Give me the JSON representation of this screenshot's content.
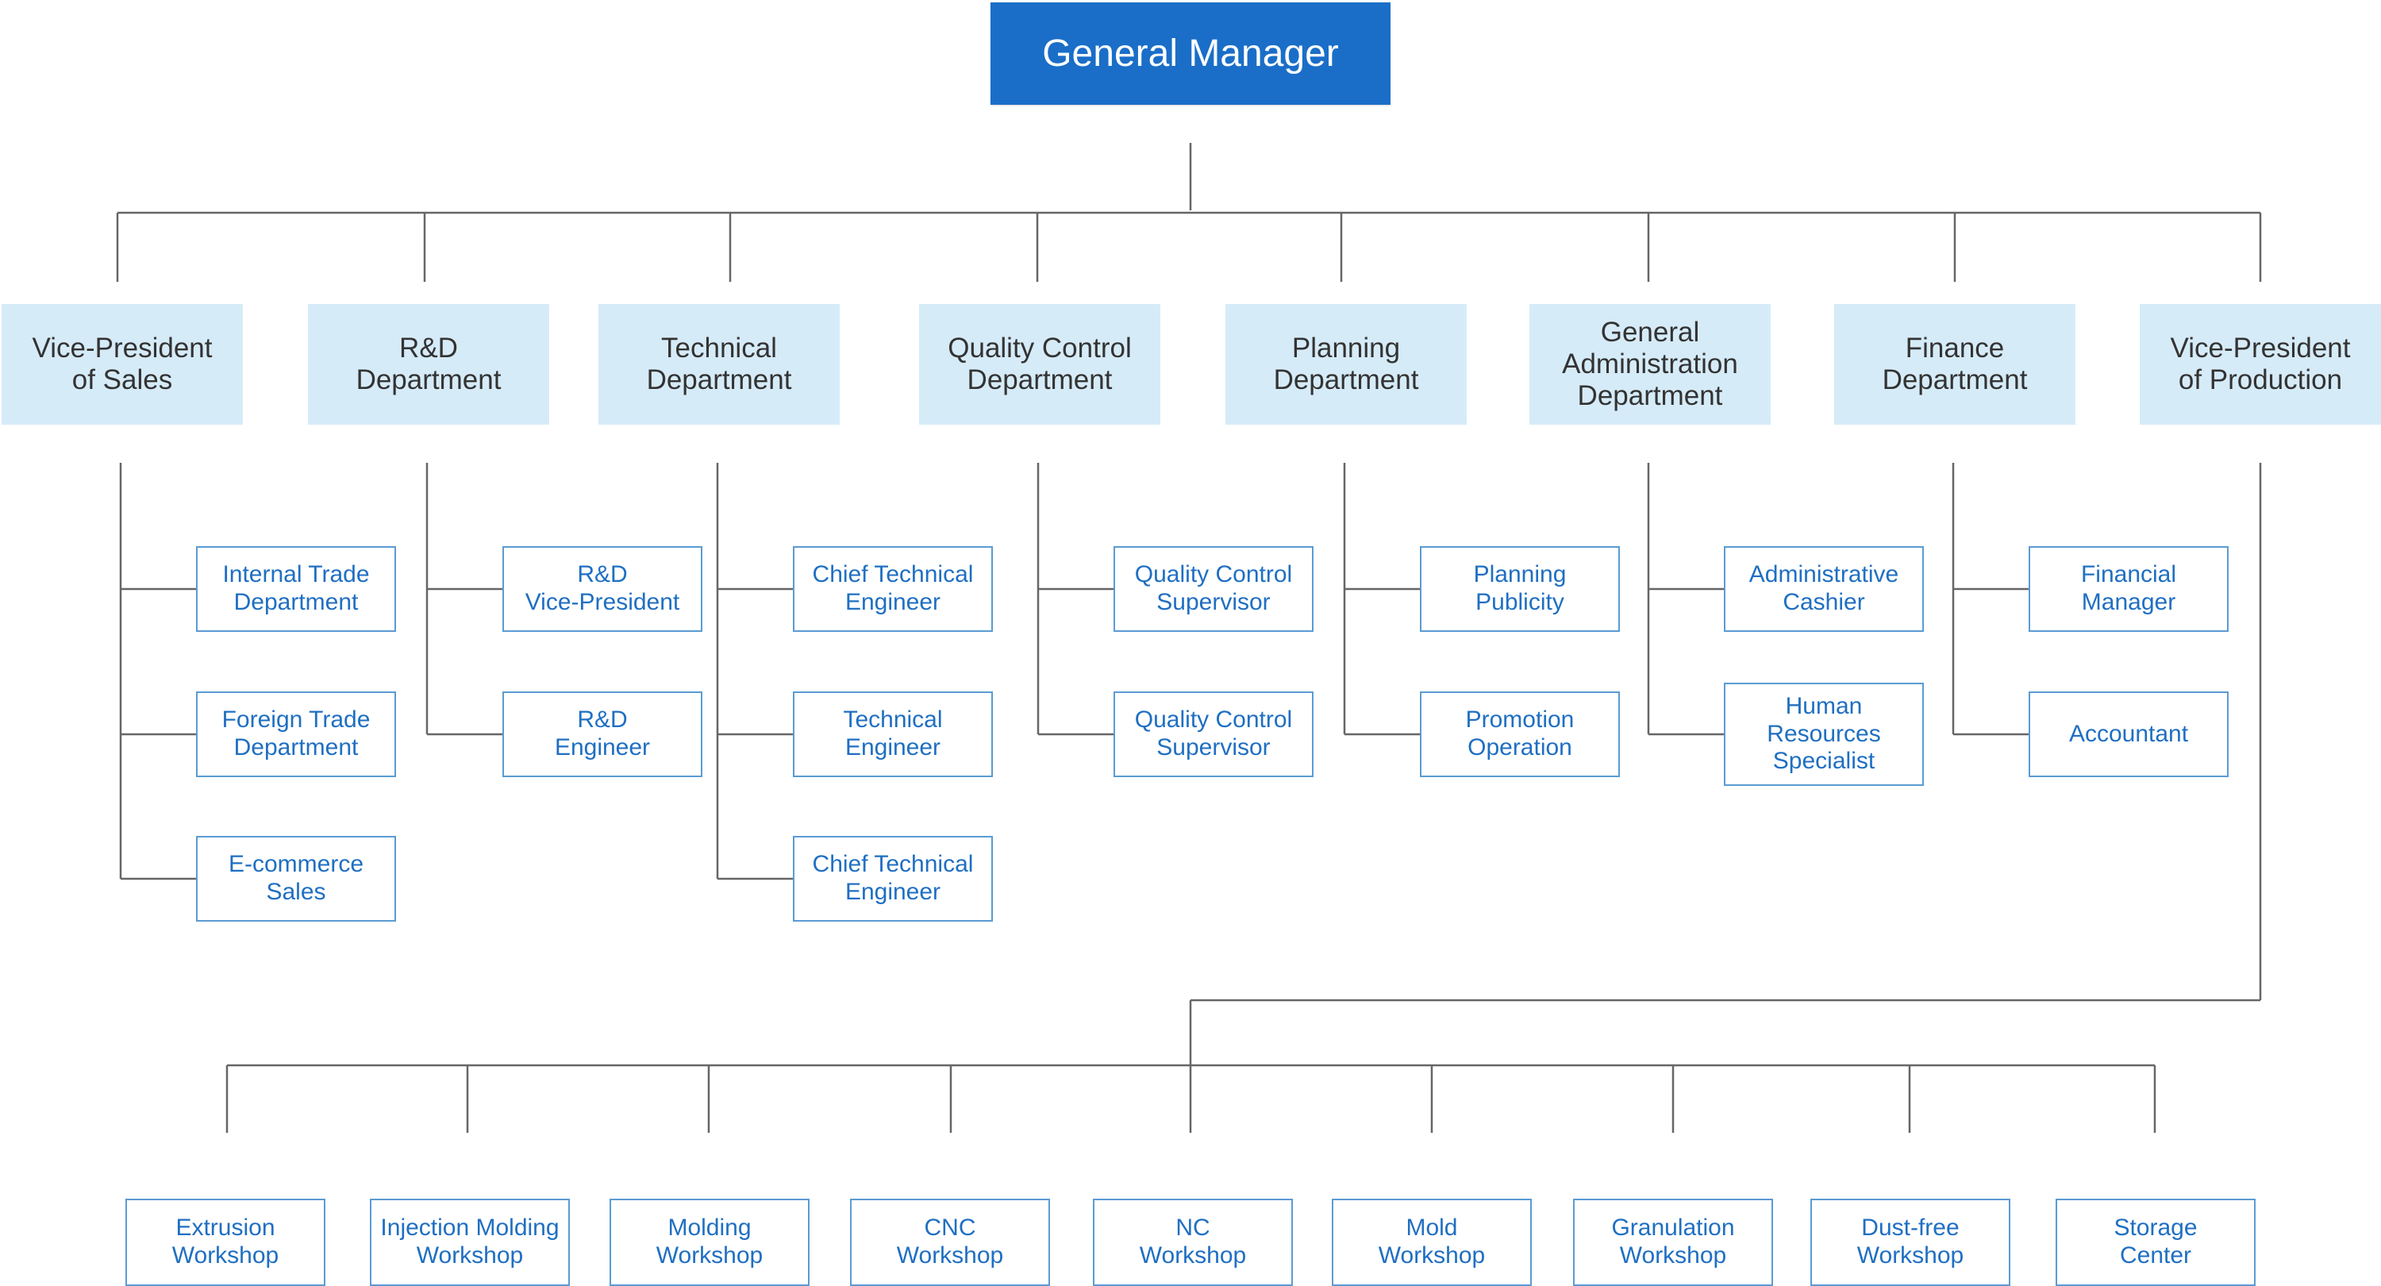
{
  "org_chart": {
    "root": {
      "label": "General Manager"
    },
    "departments": [
      {
        "label": "Vice-President\nof Sales",
        "children": [
          "Internal Trade\nDepartment",
          "Foreign Trade\nDepartment",
          "E-commerce\nSales"
        ]
      },
      {
        "label": "R&D\nDepartment",
        "children": [
          "R&D\nVice-President",
          "R&D\nEngineer"
        ]
      },
      {
        "label": "Technical\nDepartment",
        "children": [
          "Chief Technical\nEngineer",
          "Technical\nEngineer",
          "Chief Technical\nEngineer"
        ]
      },
      {
        "label": "Quality Control\nDepartment",
        "children": [
          "Quality Control\nSupervisor",
          "Quality Control\nSupervisor"
        ]
      },
      {
        "label": "Planning\nDepartment",
        "children": [
          "Planning\nPublicity",
          "Promotion\nOperation"
        ]
      },
      {
        "label": "General\nAdministration\nDepartment",
        "children": [
          "Administrative\nCashier",
          "Human\nResources\nSpecialist"
        ]
      },
      {
        "label": "Finance\nDepartment",
        "children": [
          "Financial\nManager",
          "Accountant"
        ]
      },
      {
        "label": "Vice-President\nof Production",
        "children": []
      }
    ],
    "production_units": [
      "Extrusion\nWorkshop",
      "Injection Molding\nWorkshop",
      "Molding\nWorkshop",
      "CNC\nWorkshop",
      "NC\nWorkshop",
      "Mold\nWorkshop",
      "Granulation\nWorkshop",
      "Dust-free\nWorkshop",
      "Storage\nCenter"
    ]
  },
  "colors": {
    "root_fill": "#1a6ec8",
    "department_fill": "#d6ebf8",
    "unit_border": "#5b9bd3",
    "unit_text": "#1f6fc2",
    "connector": "#666666"
  }
}
